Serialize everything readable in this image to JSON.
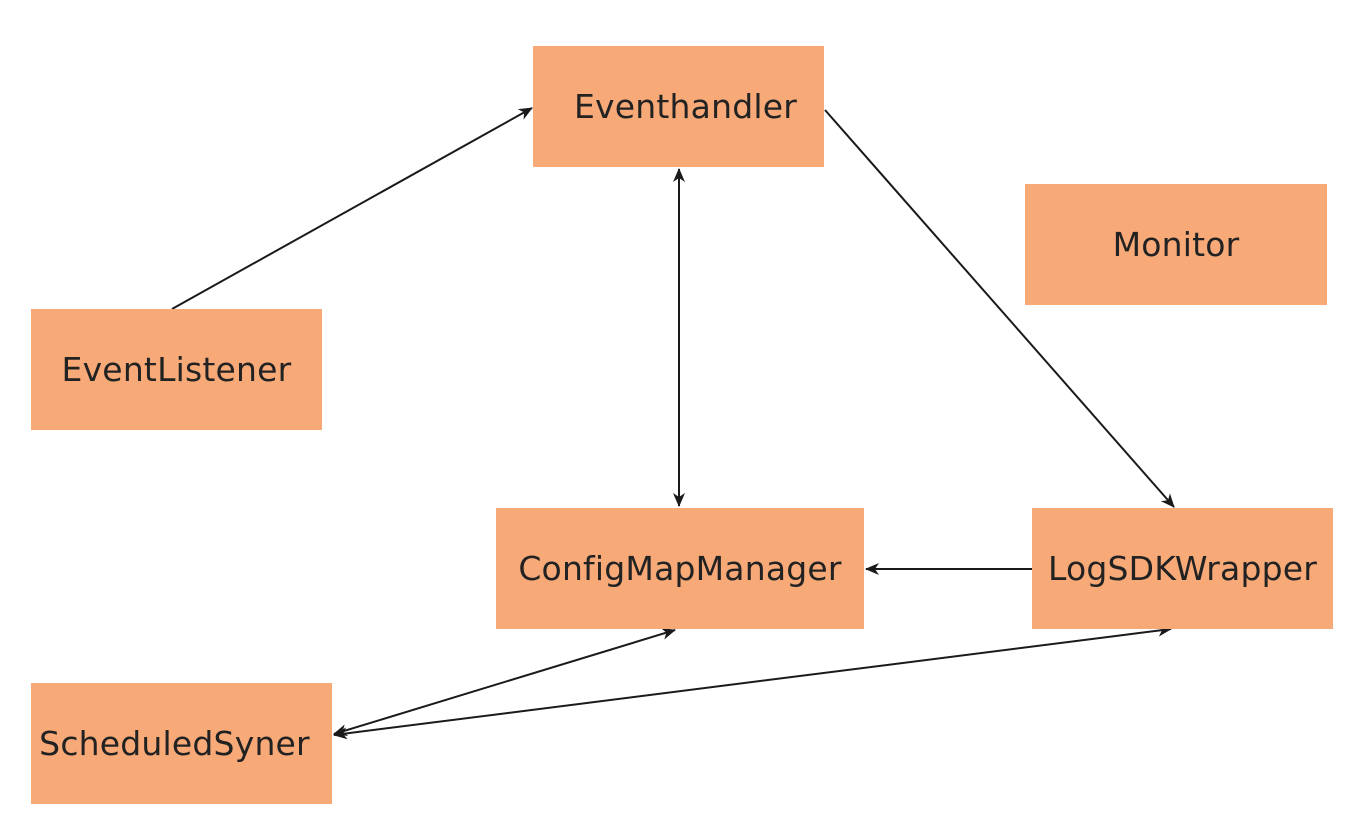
{
  "nodes": {
    "eventhandler": "Eventhandler",
    "monitor": "Monitor",
    "eventlistener": "EventListener",
    "configmapmanager": "ConfigMapManager",
    "logsdkwrapper": "LogSDKWrapper",
    "scheduledsyner": "ScheduledSyner"
  },
  "colors": {
    "node_fill": "#f7aa78",
    "edge": "#1a1a1a",
    "text": "#222222"
  },
  "edges": [
    {
      "from": "EventListener",
      "to": "Eventhandler",
      "direction": "forward"
    },
    {
      "from": "Eventhandler",
      "to": "ConfigMapManager",
      "direction": "both"
    },
    {
      "from": "Eventhandler",
      "to": "LogSDKWrapper",
      "direction": "forward"
    },
    {
      "from": "LogSDKWrapper",
      "to": "ConfigMapManager",
      "direction": "forward"
    },
    {
      "from": "ScheduledSyner",
      "to": "ConfigMapManager",
      "direction": "both"
    },
    {
      "from": "ScheduledSyner",
      "to": "LogSDKWrapper",
      "direction": "both"
    }
  ]
}
